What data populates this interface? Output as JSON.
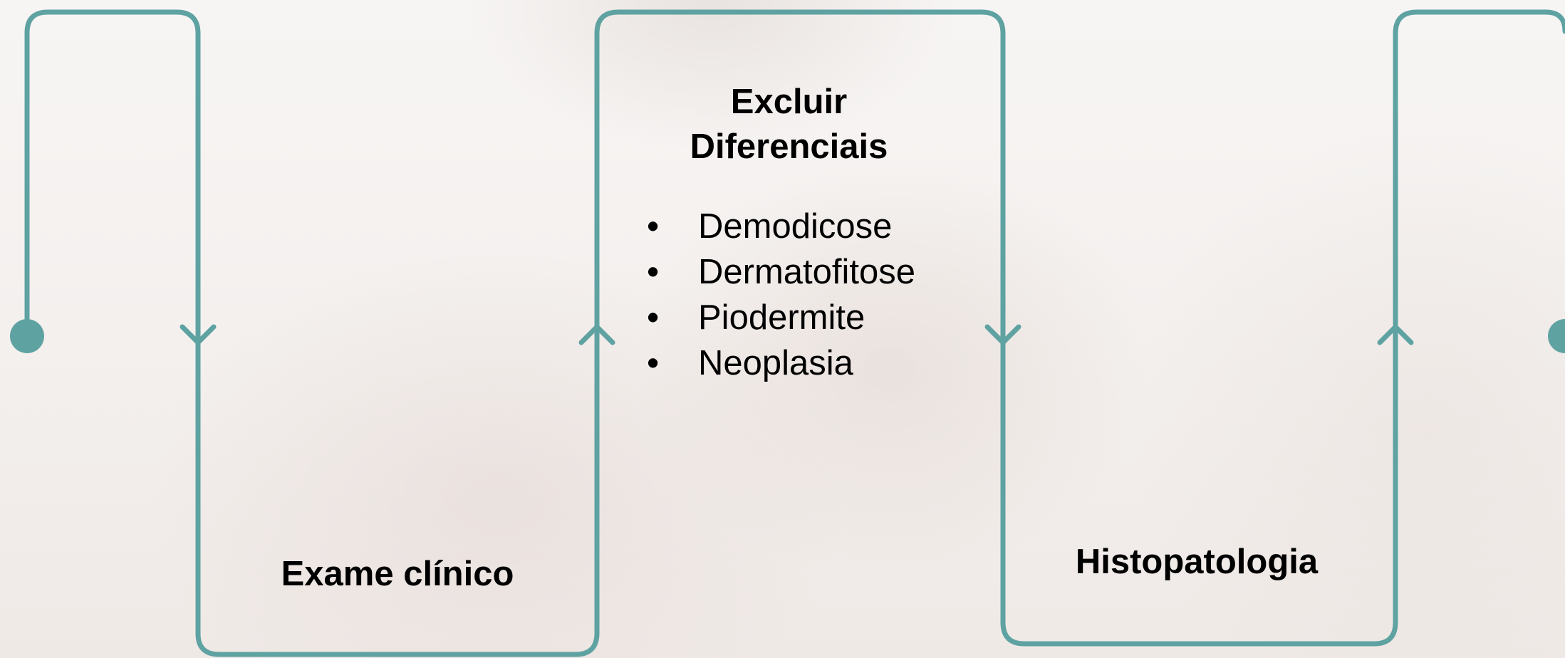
{
  "diagram": {
    "accent_color": "#5fa2a2",
    "steps": [
      {
        "label": "Exame clínico"
      },
      {
        "title_lines": [
          "Excluir",
          "Diferenciais"
        ],
        "items": [
          "Demodicose",
          "Dermatofitose",
          "Piodermite",
          "Neoplasia"
        ]
      },
      {
        "label": "Histopatologia"
      }
    ]
  }
}
